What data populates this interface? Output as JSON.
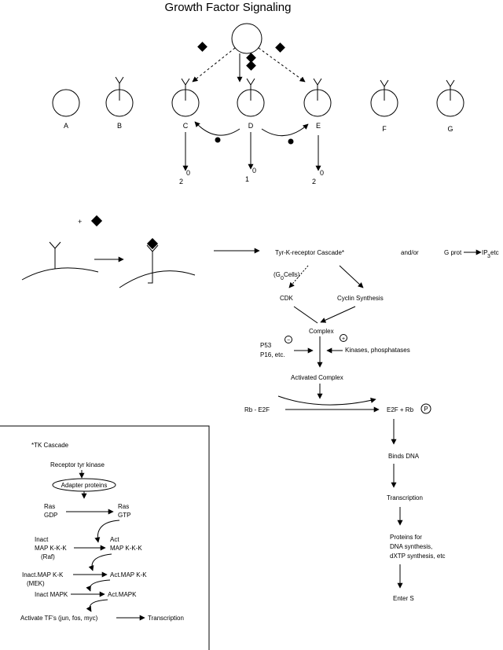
{
  "title": "Growth Factor Signaling",
  "cells": {
    "labels": [
      "A",
      "B",
      "C",
      "D",
      "E",
      "F",
      "G"
    ],
    "response_left": {
      "base": "2",
      "exp": "0"
    },
    "response_mid": {
      "base": "1",
      "exp": "0"
    },
    "response_right": {
      "base": "2",
      "exp": "0"
    }
  },
  "ligand_plus": "+",
  "cascade": {
    "tyr_k": "Tyr-K-receptor Cascade*",
    "and_or": "and/or",
    "g_prot": "G prot",
    "ip3_base": "IP",
    "ip3_sub": "3",
    "ip3_tail": " etc",
    "g0_open": "(G",
    "g0_sub": "0",
    "g0_close": " Cells)",
    "cdk": "CDK",
    "cyclin": "Cyclin Synthesis",
    "complex": "Complex",
    "minus_sign": "−",
    "plus_sign": "+",
    "p53": "P53",
    "p16": "P16, etc.",
    "kinases": "Kinases, phosphatases",
    "activated": "Activated Complex",
    "rb_e2f": "Rb - E2F",
    "e2f_rb": "E2F + Rb",
    "p_label": "P",
    "binds": "Binds DNA",
    "transcription": "Transcription",
    "proteins": [
      "Proteins for",
      "DNA synthesis,",
      "dXTP synthesis, etc"
    ],
    "enter_s": "Enter  S"
  },
  "tk_box": {
    "heading": "*TK Cascade",
    "receptor": "Receptor tyr kinase",
    "adapter": "Adapter proteins",
    "ras_gdp": [
      "Ras",
      "GDP"
    ],
    "ras_gtp": [
      "Ras",
      "GTP"
    ],
    "inact_mapkkk": [
      "Inact",
      "MAP K-K-K",
      "(Raf)"
    ],
    "act_mapkkk": [
      "Act",
      "MAP K-K-K"
    ],
    "inact_mapkk": [
      "Inact.MAP K-K",
      "(MEK)"
    ],
    "act_mapkk": "Act.MAP K-K",
    "inact_mapk": "Inact MAPK",
    "act_mapk": "Act.MAPK",
    "activate_tfs": "Activate TF's (jun, fos, myc)",
    "transcription": "Transcription"
  }
}
